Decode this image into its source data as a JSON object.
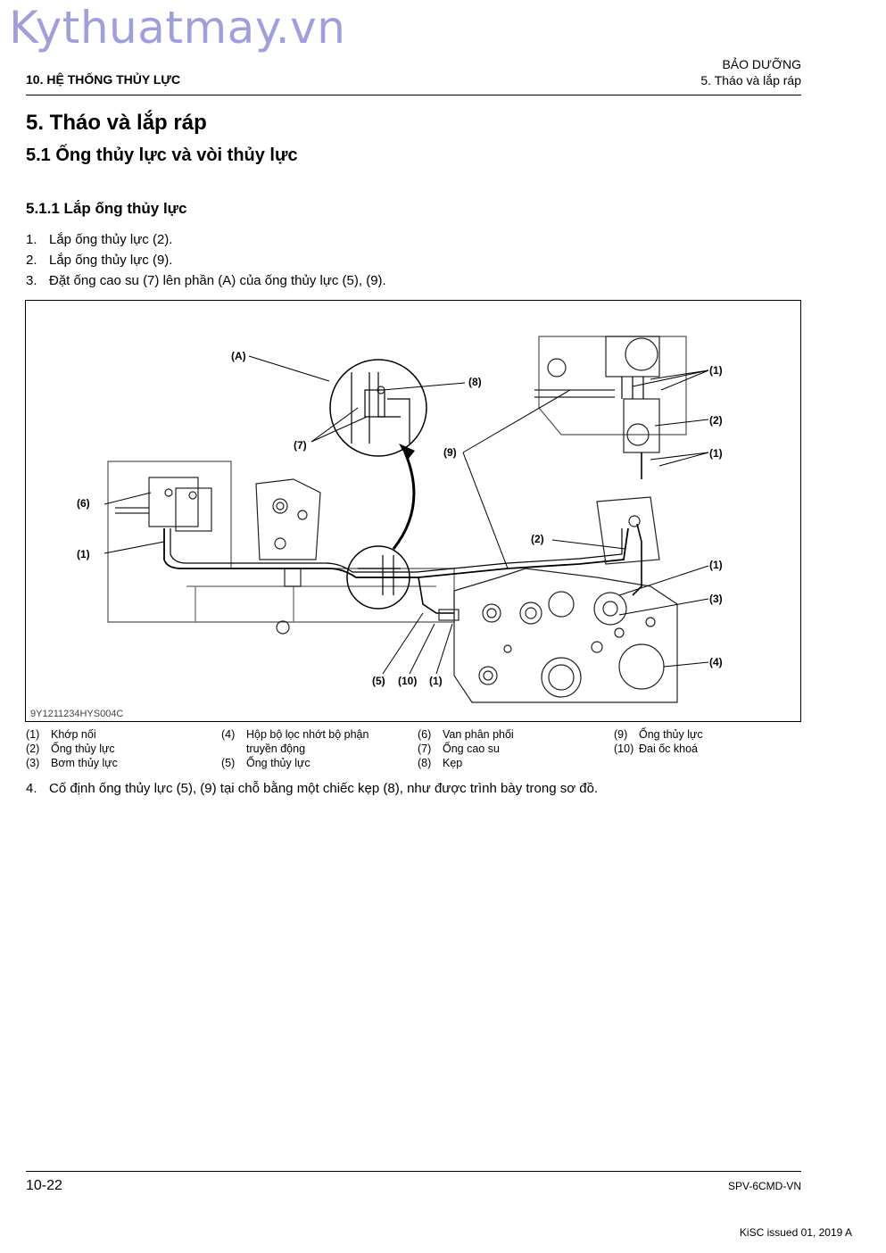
{
  "watermark": "Kythuatmay.vn",
  "header": {
    "section": "10. HỆ THỐNG THỦY LỰC",
    "category": "BẢO DƯỠNG",
    "subsection": "5. Tháo và lắp ráp"
  },
  "title": "5. Tháo và lắp ráp",
  "subtitle": "5.1 Ống thủy lực và vòi thủy lực",
  "procedure_title": "5.1.1 Lắp ống thủy lực",
  "steps": [
    {
      "num": "1.",
      "text": "Lắp ống thủy lực (2)."
    },
    {
      "num": "2.",
      "text": "Lắp ống thủy lực (9)."
    },
    {
      "num": "3.",
      "text": "Đặt ống cao su (7) lên phần (A) của ống thủy lực (5), (9)."
    }
  ],
  "figure": {
    "code": "9Y1211234HYS004C",
    "callouts": {
      "A": "(A)",
      "c8": "(8)",
      "c7": "(7)",
      "c9": "(9)",
      "c6": "(6)",
      "c1a": "(1)",
      "c1b": "(1)",
      "c1c": "(1)",
      "c1d": "(1)",
      "c1e": "(1)",
      "c2a": "(2)",
      "c2b": "(2)",
      "c3": "(3)",
      "c4": "(4)",
      "c5": "(5)",
      "c10": "(10)"
    }
  },
  "legend": [
    [
      {
        "num": "(1)",
        "text": "Khớp nối"
      },
      {
        "num": "(2)",
        "text": "Ống thủy lực"
      },
      {
        "num": "(3)",
        "text": "Bơm thủy lực"
      }
    ],
    [
      {
        "num": "(4)",
        "text": "Hộp bộ lọc nhớt bộ phận truyền động"
      },
      {
        "num": "(5)",
        "text": "Ống thủy lực"
      }
    ],
    [
      {
        "num": "(6)",
        "text": "Van phân phối"
      },
      {
        "num": "(7)",
        "text": "Ống cao su"
      },
      {
        "num": "(8)",
        "text": "Kẹp"
      }
    ],
    [
      {
        "num": "(9)",
        "text": "Ống thủy lực"
      },
      {
        "num": "(10)",
        "text": "Đai ốc khoá"
      }
    ]
  ],
  "step4": {
    "num": "4.",
    "text": "Cố định ống thủy lực (5), (9) tại chỗ bằng một chiếc kẹp (8), như được trình bày trong sơ đồ."
  },
  "footer": {
    "page": "10-22",
    "doc_code": "SPV-6CMD-VN",
    "issued": "KiSC issued 01, 2019 A"
  }
}
